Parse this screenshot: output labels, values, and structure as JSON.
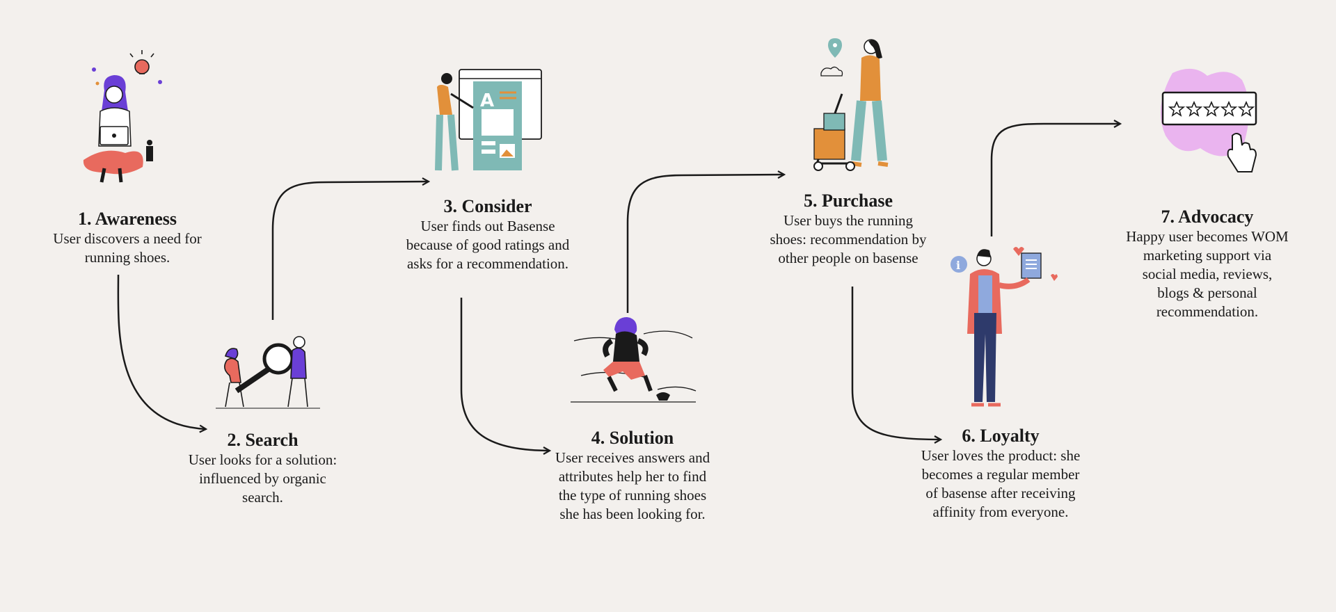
{
  "steps": [
    {
      "title": "1. Awareness",
      "description": "User discovers a need for running shoes."
    },
    {
      "title": "2. Search",
      "description": "User looks for a solution: influenced by organic search."
    },
    {
      "title": "3. Consider",
      "description": "User finds out Basense because of good ratings and asks for a recommendation."
    },
    {
      "title": "4. Solution",
      "description": "User receives answers and attributes help her to find the type of running shoes she has been looking for."
    },
    {
      "title": "5. Purchase",
      "description": "User buys the running shoes: recommendation by other people on basense"
    },
    {
      "title": "6. Loyalty",
      "description": "User loves the product: she becomes a regular member of basense after receiving affinity from everyone."
    },
    {
      "title": "7. Advocacy",
      "description": "Happy user becomes WOM marketing support via social media, reviews, blogs & personal recommendation."
    }
  ],
  "colors": {
    "background": "#f3f0ed",
    "purple": "#6a3fd6",
    "coral": "#e86a5e",
    "orange": "#e2903a",
    "teal": "#7fb9b5",
    "navy": "#2e3a6b",
    "pink": "#e8a9ef",
    "ink": "#1a1a1a"
  },
  "icons": [
    "laptop-user-icon",
    "magnifier-people-icon",
    "webpage-design-icon",
    "runner-icon",
    "delivery-cart-icon",
    "loyal-customer-icon",
    "five-star-rating-icon"
  ]
}
